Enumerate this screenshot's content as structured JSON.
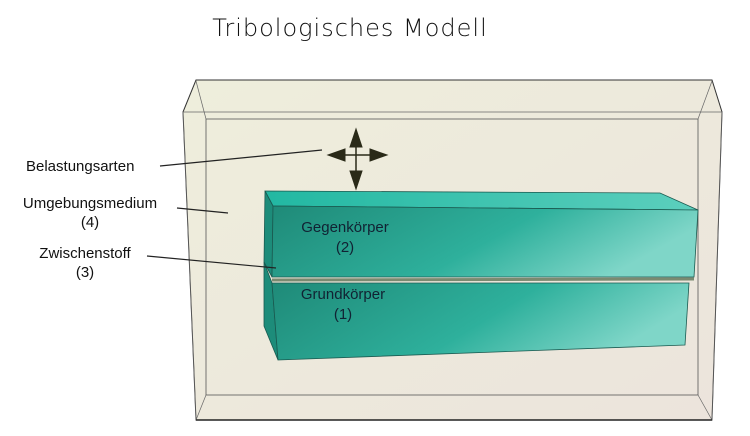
{
  "title": "Tribologisches Modell",
  "labels": {
    "belastung": "Belastungsarten",
    "umgebung": "Umgebungsmedium",
    "umgebung_num": "(4)",
    "zwischen": "Zwischenstoff",
    "zwischen_num": "(3)"
  },
  "blocks": {
    "gegen": "Gegenkörper",
    "gegen_num": "(2)",
    "grund": "Grundkörper",
    "grund_num": "(1)"
  },
  "colors": {
    "box": "#f3f0dc",
    "block": "#2aa896",
    "line": "#222222"
  }
}
